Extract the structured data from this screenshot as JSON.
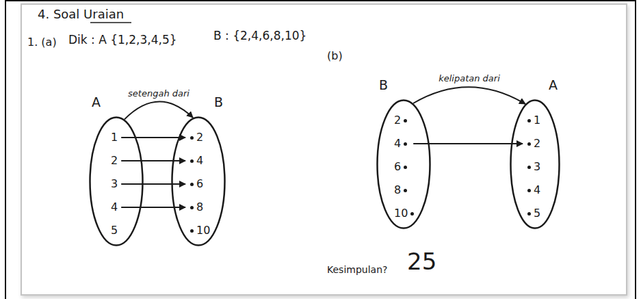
{
  "diagram": {
    "nodes": [
      {
        "text": [
          "A"
        ]
      },
      {
        "text": [
          "1"
        ],
        "in": 0
      },
      {
        "text": [
          "2"
        ],
        "in": 0
      },
      {
        "text": [
          "3"
        ],
        "in": 0
      },
      {
        "text": [
          "4"
        ],
        "in": 0
      },
      {
        "text": [
          "5"
        ],
        "in": 0
      },
      {
        "text": [
          "B"
        ]
      },
      {
        "text": [
          "2"
        ],
        "in": 6
      },
      {
        "text": [
          "4"
        ],
        "in": 6
      },
      {
        "text": [
          "6"
        ],
        "in": 6
      },
      {
        "text": [
          "8"
        ],
        "in": 6
      },
      {
        "text": [
          "10"
        ],
        "in": 6
      },
      {
        "text": [
          "B"
        ]
      },
      {
        "text": [
          "2"
        ],
        "in": 12
      },
      {
        "text": [
          "4"
        ],
        "in": 12
      },
      {
        "text": [
          "6"
        ],
        "in": 12
      },
      {
        "text": [
          "8"
        ],
        "in": 12
      },
      {
        "text": [
          "10"
        ],
        "in": 12
      },
      {
        "text": [
          "A"
        ]
      },
      {
        "text": [
          "1"
        ],
        "in": 18
      },
      {
        "text": [
          "2"
        ],
        "in": 18
      },
      {
        "text": [
          "3"
        ],
        "in": 18
      },
      {
        "text": [
          "4"
        ],
        "in": 18
      },
      {
        "text": [
          "5"
        ],
        "in": 18
      }
    ],
    "edges": [
      {
        "from": 0,
        "to": 6,
        "label": "setengah dari",
        "arrow": "to"
      },
      {
        "from": 1,
        "to": 7,
        "arrow": "to"
      },
      {
        "from": 2,
        "to": 8,
        "arrow": "to"
      },
      {
        "from": 3,
        "to": 9,
        "arrow": "to"
      },
      {
        "from": 4,
        "to": 10,
        "arrow": "to"
      },
      {
        "from": 12,
        "to": 18,
        "label": "kelipatan dari",
        "arrow": "to"
      },
      {
        "from": 14,
        "to": 20,
        "arrow": "to"
      }
    ],
    "labels": [
      "4. Soal Uraian",
      "1. (a)",
      "Dik : A {1,2,3,4,5}",
      "B : {2,4,6,8,10}",
      "(b)",
      "Kesimpulan?",
      "25"
    ]
  }
}
